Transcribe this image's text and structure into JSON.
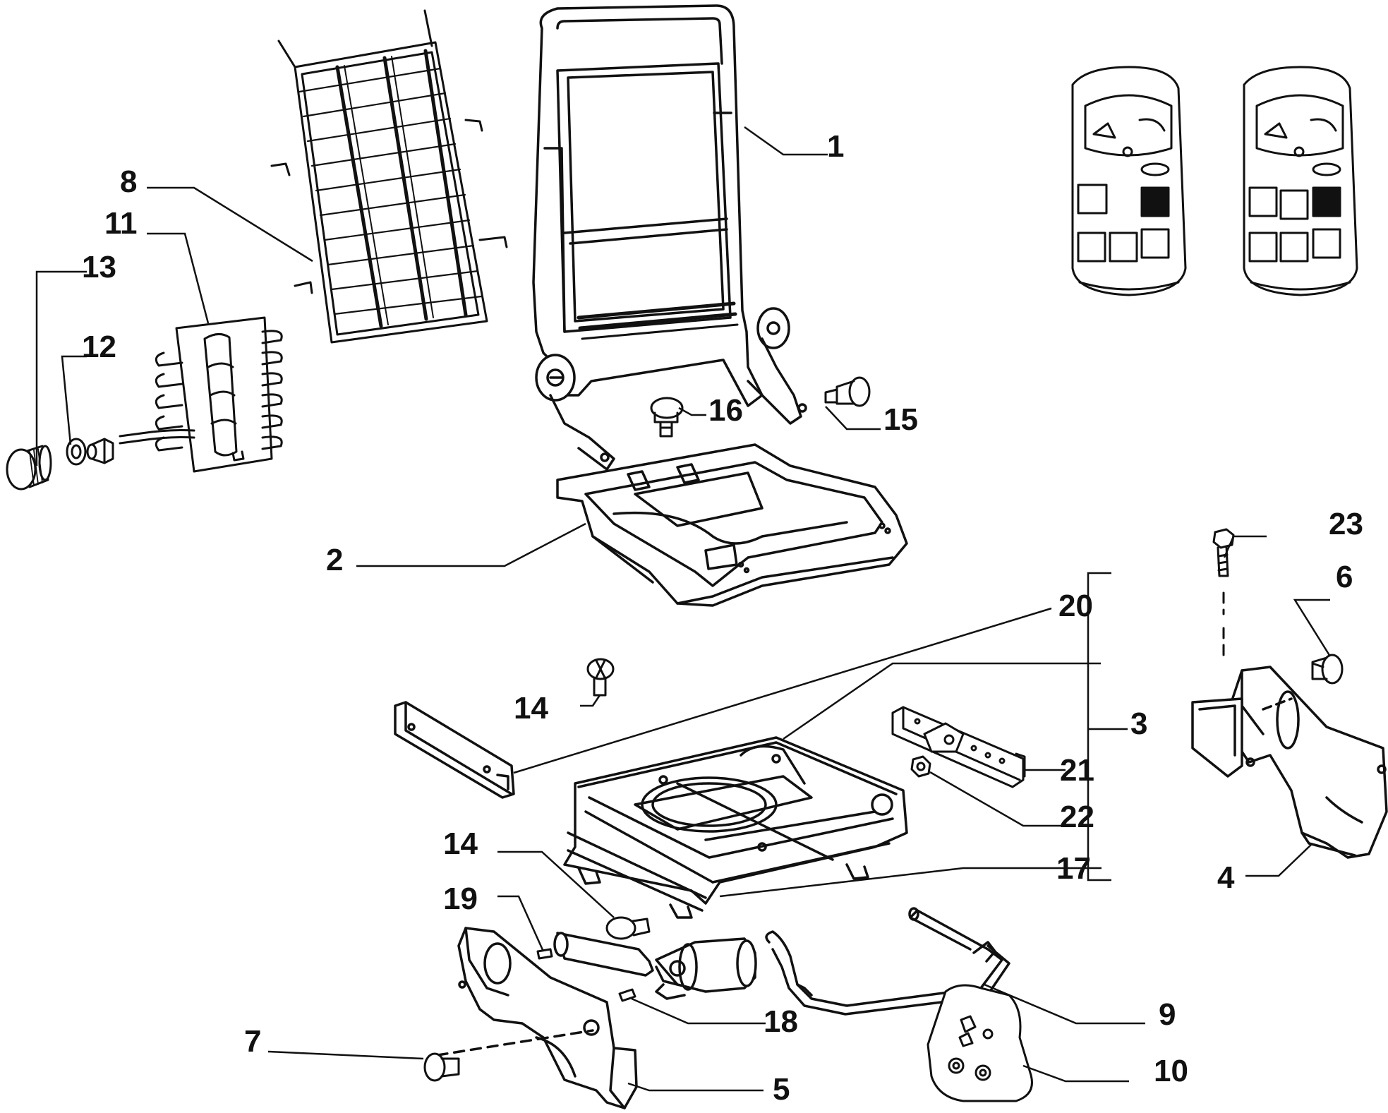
{
  "callouts": {
    "c1": "1",
    "c2": "2",
    "c3": "3",
    "c4": "4",
    "c5": "5",
    "c6": "6",
    "c7": "7",
    "c8": "8",
    "c9": "9",
    "c10": "10",
    "c11": "11",
    "c12": "12",
    "c13": "13",
    "c14a": "14",
    "c14b": "14",
    "c15": "15",
    "c16": "16",
    "c17": "17",
    "c18": "18",
    "c19": "19",
    "c20": "20",
    "c21": "21",
    "c22": "22",
    "c23": "23"
  }
}
